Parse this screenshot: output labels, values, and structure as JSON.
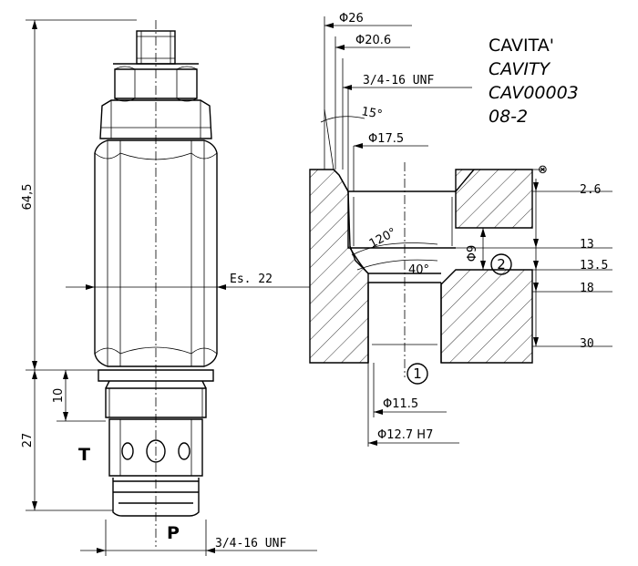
{
  "title": {
    "line1": "CAVITA'",
    "line2": "CAVITY",
    "line3": "CAV00003",
    "line4": "08-2"
  },
  "valve": {
    "overall_length": "64,5",
    "length_10": "10",
    "length_27": "27",
    "wrench": "Es. 22",
    "port_t": "T",
    "port_p": "P",
    "thread": "3/4-16 UNF"
  },
  "cavity": {
    "d26": "Φ26",
    "d20_6": "Φ20.6",
    "thread": "3/4-16 UNF",
    "angle15": "15°",
    "d17_5": "Φ17.5",
    "angle120": "120°",
    "angle40": "40°",
    "d9": "Φ9",
    "d11_5": "Φ11.5",
    "d12_7": "Φ12.7 H7",
    "depth2_6": "2.6",
    "depth13": "13",
    "depth13_5": "13.5",
    "depth18": "18",
    "depth30": "30",
    "port1": "1",
    "port2": "2",
    "surface_mark": "⊗"
  }
}
